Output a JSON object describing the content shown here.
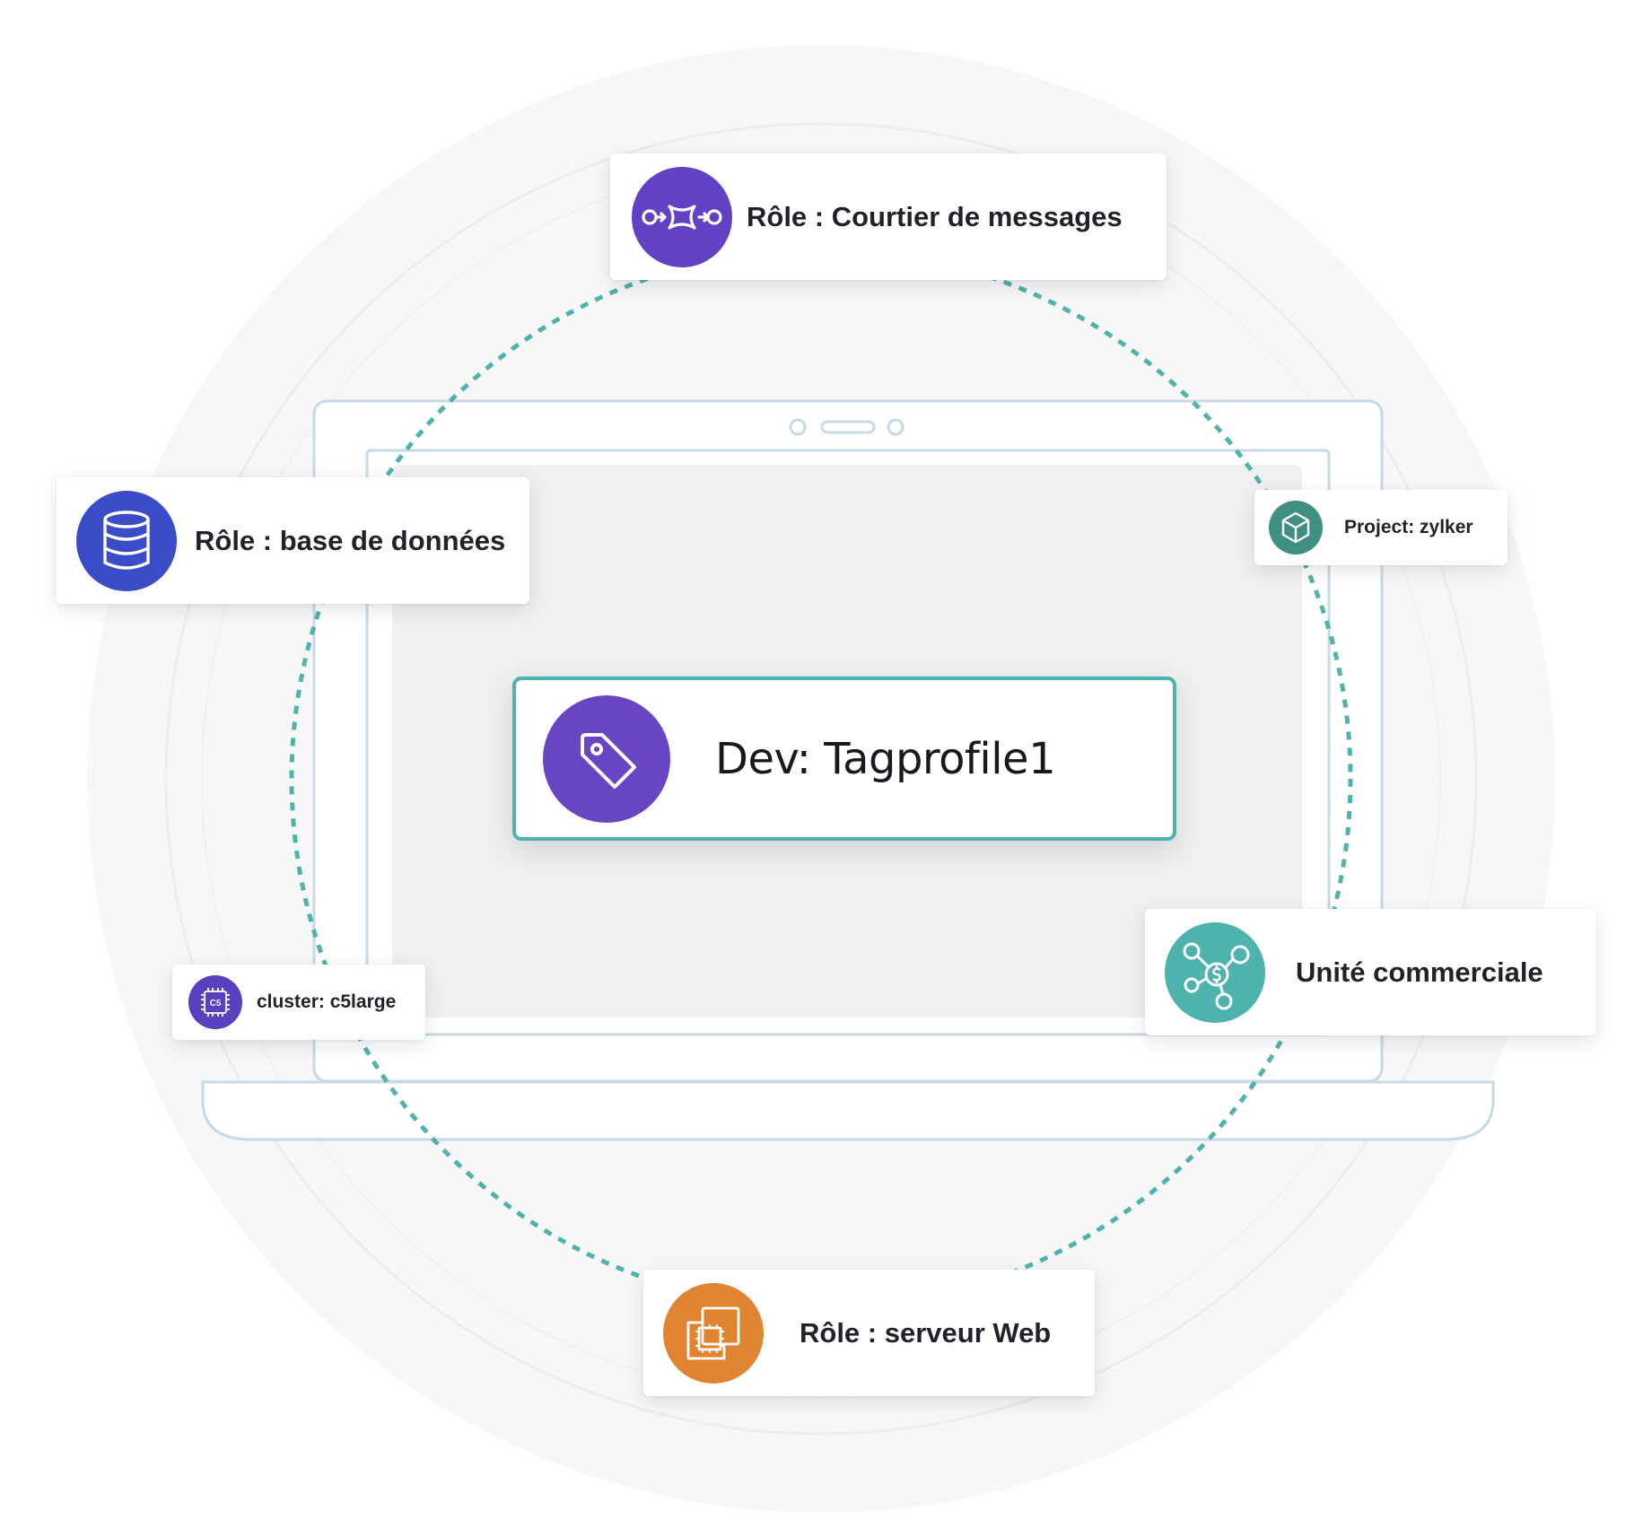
{
  "colors": {
    "dashed_ring": "#4fb3ad",
    "laptop_outline": "#c7d8e6",
    "screen_fill": "#f0f0f0",
    "halo": "#f6f6f7",
    "purple": "#5f45c2",
    "blue": "#3b4cc8",
    "teal_dark": "#3f8f82",
    "teal_light": "#4fb3ad",
    "orange": "#e08432",
    "violet": "#5a3fbf"
  },
  "center": {
    "title": "Dev: Tagprofile1",
    "icon": "tag-icon",
    "icon_color": "#6a45c3"
  },
  "tags": [
    {
      "id": "broker",
      "label": "Rôle : Courtier de messages",
      "icon": "message-broker-icon",
      "icon_color": "#6241c4"
    },
    {
      "id": "db",
      "label": "Rôle : base de données",
      "icon": "database-icon",
      "icon_color": "#3b4cc8"
    },
    {
      "id": "project",
      "label": "Project: zylker",
      "icon": "cube-icon",
      "icon_color": "#3f8f82"
    },
    {
      "id": "cluster",
      "label": "cluster: c5large",
      "icon": "chip-icon",
      "icon_color": "#5a3fbf",
      "icon_text": "C5"
    },
    {
      "id": "unit",
      "label": "Unité commerciale",
      "icon": "business-unit-icon",
      "icon_color": "#4fb3ad"
    },
    {
      "id": "web",
      "label": "Rôle : serveur Web",
      "icon": "server-instance-icon",
      "icon_color": "#e08432"
    }
  ]
}
